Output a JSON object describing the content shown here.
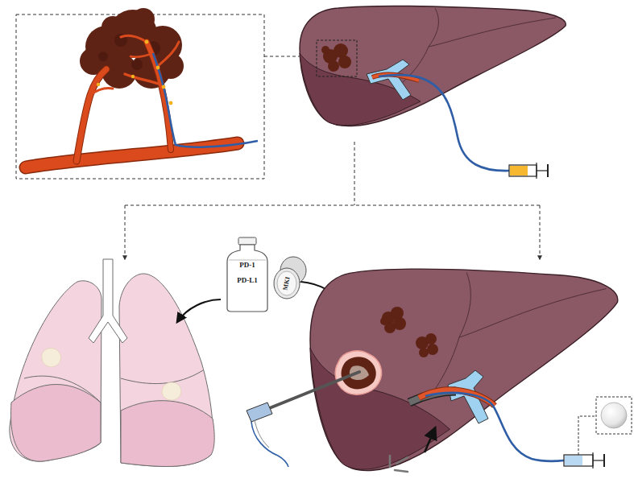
{
  "diagram": {
    "nodes": [
      {
        "text": [
          "PD-1",
          "PD-L1"
        ]
      },
      {
        "text": [
          "MKI"
        ]
      }
    ]
  }
}
